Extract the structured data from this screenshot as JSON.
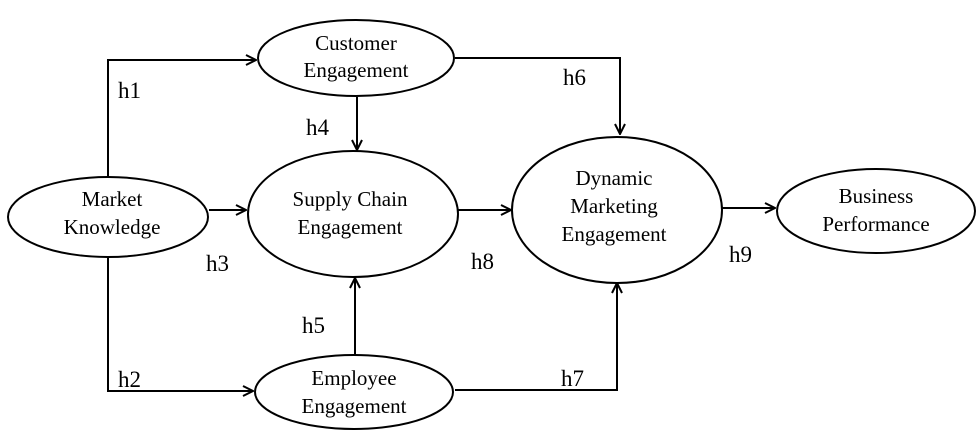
{
  "nodes": {
    "customer_engagement": {
      "line1": "Customer",
      "line2": "Engagement"
    },
    "market_knowledge": {
      "line1": "Market",
      "line2": "Knowledge"
    },
    "supply_chain_engagement": {
      "line1": "Supply Chain",
      "line2": "Engagement"
    },
    "dynamic_marketing_engagement": {
      "line1": "Dynamic",
      "line2": "Marketing",
      "line3": "Engagement"
    },
    "business_performance": {
      "line1": "Business",
      "line2": "Performance"
    },
    "employee_engagement": {
      "line1": "Employee",
      "line2": "Engagement"
    }
  },
  "hypotheses": {
    "h1": "h1",
    "h2": "h2",
    "h3": "h3",
    "h4": "h4",
    "h5": "h5",
    "h6": "h6",
    "h7": "h7",
    "h8": "h8",
    "h9": "h9"
  },
  "edges": [
    {
      "from": "market_knowledge",
      "to": "customer_engagement",
      "label": "h1"
    },
    {
      "from": "market_knowledge",
      "to": "employee_engagement",
      "label": "h2"
    },
    {
      "from": "market_knowledge",
      "to": "supply_chain_engagement",
      "label": "h3"
    },
    {
      "from": "customer_engagement",
      "to": "supply_chain_engagement",
      "label": "h4"
    },
    {
      "from": "employee_engagement",
      "to": "supply_chain_engagement",
      "label": "h5"
    },
    {
      "from": "customer_engagement",
      "to": "dynamic_marketing_engagement",
      "label": "h6"
    },
    {
      "from": "employee_engagement",
      "to": "dynamic_marketing_engagement",
      "label": "h7"
    },
    {
      "from": "supply_chain_engagement",
      "to": "dynamic_marketing_engagement",
      "label": "h8"
    },
    {
      "from": "dynamic_marketing_engagement",
      "to": "business_performance",
      "label": "h9"
    }
  ]
}
